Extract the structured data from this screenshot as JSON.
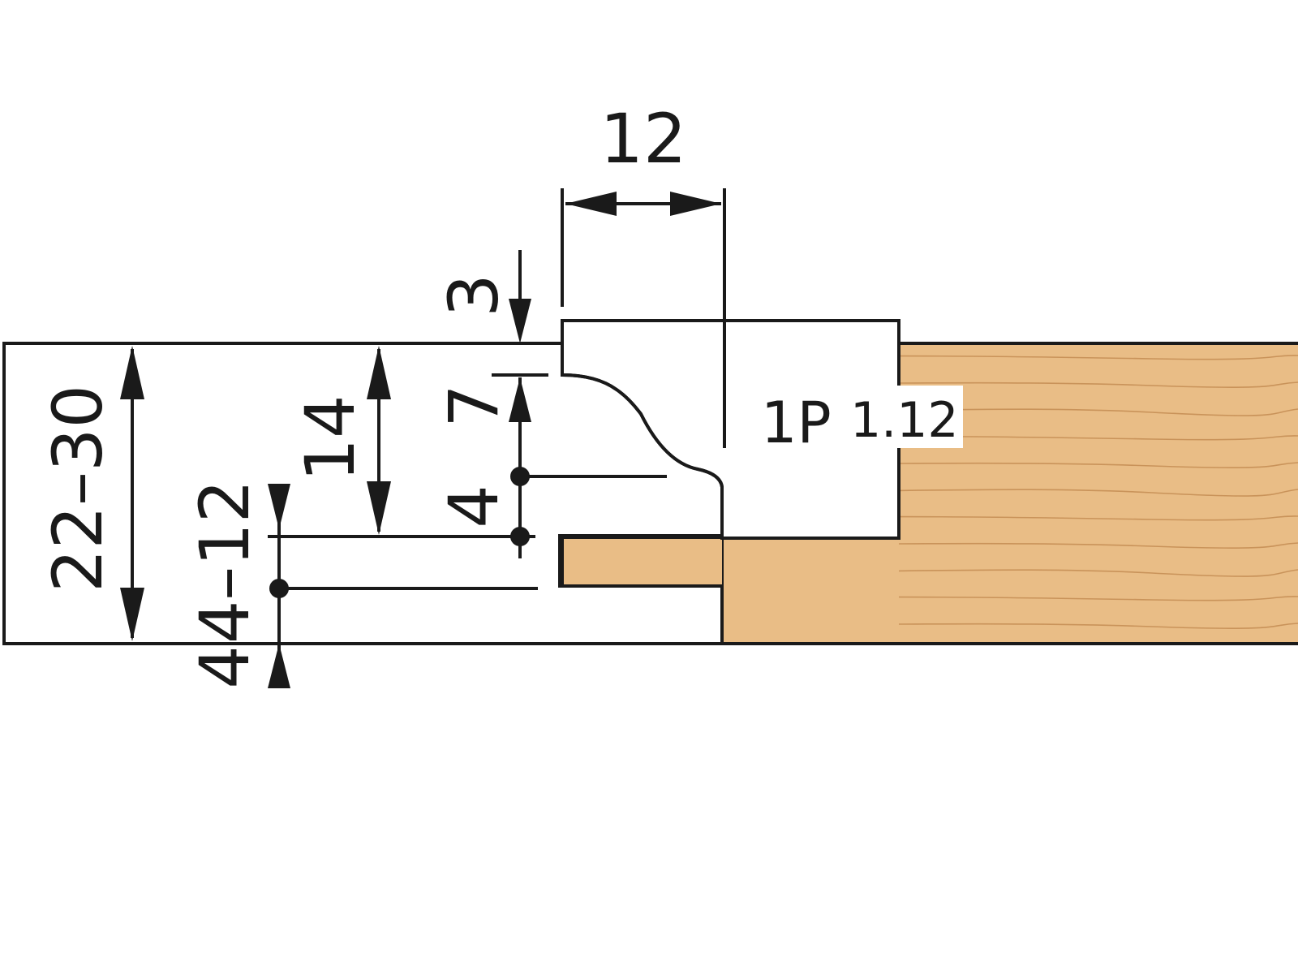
{
  "dimensions": {
    "groove_width": "12",
    "lip_offset": "3",
    "profile_depth": "14",
    "panel_thickness": "22–30",
    "tongue_offset_upper": "7",
    "tongue_offset_lower": "4",
    "tongue_thickness": "4–12",
    "tongue_edge_offset": "4"
  },
  "profile": {
    "code_prefix": "1P",
    "code_suffix": "1.12"
  },
  "colors": {
    "wood": "#e9bd86",
    "wood_grain": "#c9935a",
    "tool": "#6e90b0",
    "outline": "#1a1a1a",
    "label_bg": "#ffffff"
  }
}
